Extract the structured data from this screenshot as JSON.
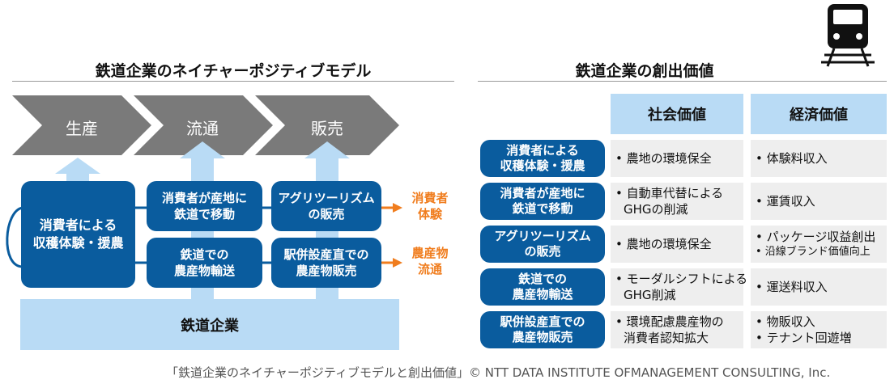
{
  "left": {
    "title": "鉄道企業のネイチャーポジティブモデル",
    "chevrons": [
      "生産",
      "流通",
      "販売"
    ],
    "left_box": [
      "消費者による",
      "収穫体験・援農"
    ],
    "mid_boxes": [
      [
        "消費者が産地に",
        "鉄道で移動"
      ],
      [
        "アグリツーリズム",
        "の販売"
      ],
      [
        "鉄道での",
        "農産物輸送"
      ],
      [
        "駅併設産直での",
        "農産物販売"
      ]
    ],
    "orange_labels": [
      [
        "消費者",
        "体験"
      ],
      [
        "農産物",
        "流通"
      ]
    ],
    "base": "鉄道企業",
    "colors": {
      "dark_blue": "#0a5c9e",
      "light_blue": "#b9dbf5",
      "gray": "#7a7a7a",
      "orange": "#f07d1e"
    }
  },
  "right": {
    "title": "鉄道企業の創出価値",
    "headers": [
      "社会価値",
      "経済価値"
    ],
    "rows": [
      {
        "label": [
          "消費者による",
          "収穫体験・援農"
        ],
        "social": [
          "• 農地の環境保全"
        ],
        "economic": [
          "• 体験料収入"
        ]
      },
      {
        "label": [
          "消費者が産地に",
          "鉄道で移動"
        ],
        "social": [
          "• 自動車代替による",
          "GHGの削減"
        ],
        "economic": [
          "• 運賃収入"
        ]
      },
      {
        "label": [
          "アグリツーリズム",
          "の販売"
        ],
        "social": [
          "• 農地の環境保全"
        ],
        "economic": [
          "• パッケージ収益創出",
          "• 沿線ブランド価値向上"
        ]
      },
      {
        "label": [
          "鉄道での",
          "農産物輸送"
        ],
        "social": [
          "• モーダルシフトによる",
          "GHG削減"
        ],
        "economic": [
          "• 運送料収入"
        ]
      },
      {
        "label": [
          "駅併設産直での",
          "農産物販売"
        ],
        "social": [
          "• 環境配慮農産物の",
          "消費者認知拡大"
        ],
        "economic": [
          "• 物販収入",
          "• テナント回遊増"
        ]
      }
    ],
    "icon": "train-icon"
  },
  "caption": "「鉄道企業のネイチャーポジティブモデルと創出価値」© NTT DATA INSTITUTE OFMANAGEMENT CONSULTING, Inc."
}
